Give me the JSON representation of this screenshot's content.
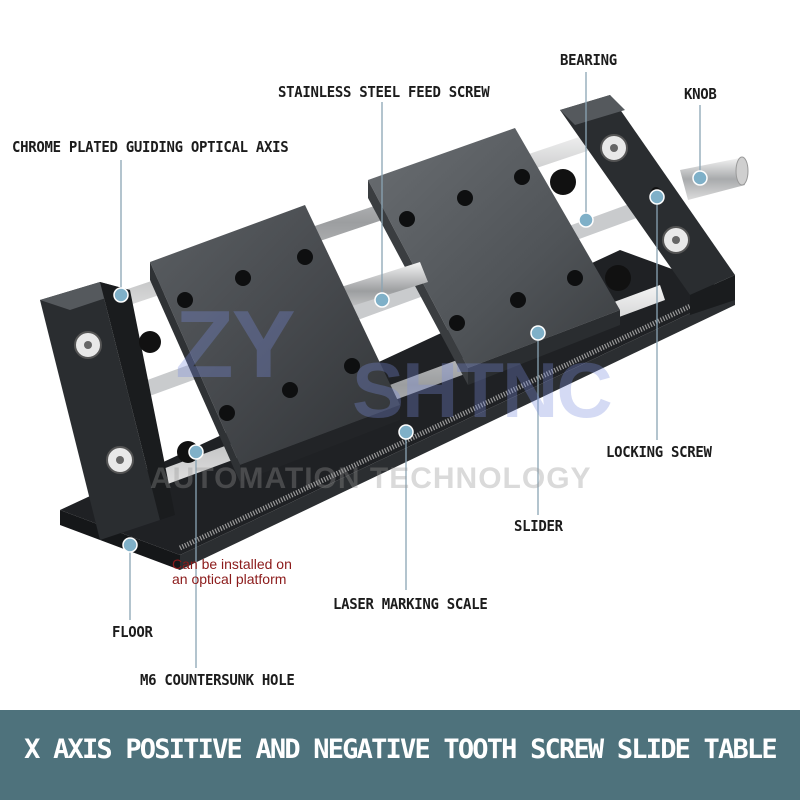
{
  "labels": {
    "bearing": "BEARING",
    "stainless_screw": "STAINLESS STEEL FEED SCREW",
    "knob": "KNOB",
    "chrome_axis": "CHROME PLATED GUIDING OPTICAL AXIS",
    "locking_screw": "LOCKING SCREW",
    "slider": "SLIDER",
    "laser_scale": "LASER MARKING SCALE",
    "floor": "FLOOR",
    "m6_hole": "M6 COUNTERSUNK HOLE"
  },
  "note": {
    "line1": "Can be installed on",
    "line2": "an optical platform"
  },
  "watermark": {
    "brand_left": "ZY",
    "brand_right": "SHTNC",
    "subtitle": "AUTOMATION TECHNOLOGY"
  },
  "banner": {
    "title": "X AXIS POSITIVE AND NEGATIVE TOOTH SCREW SLIDE TABLE"
  },
  "colors": {
    "banner_bg": "#4e727c",
    "metal_dark": "#2a2d30",
    "metal_mid": "#45494d",
    "callout_dot": "#7fb0c8",
    "note_text": "#8b1a1a"
  }
}
